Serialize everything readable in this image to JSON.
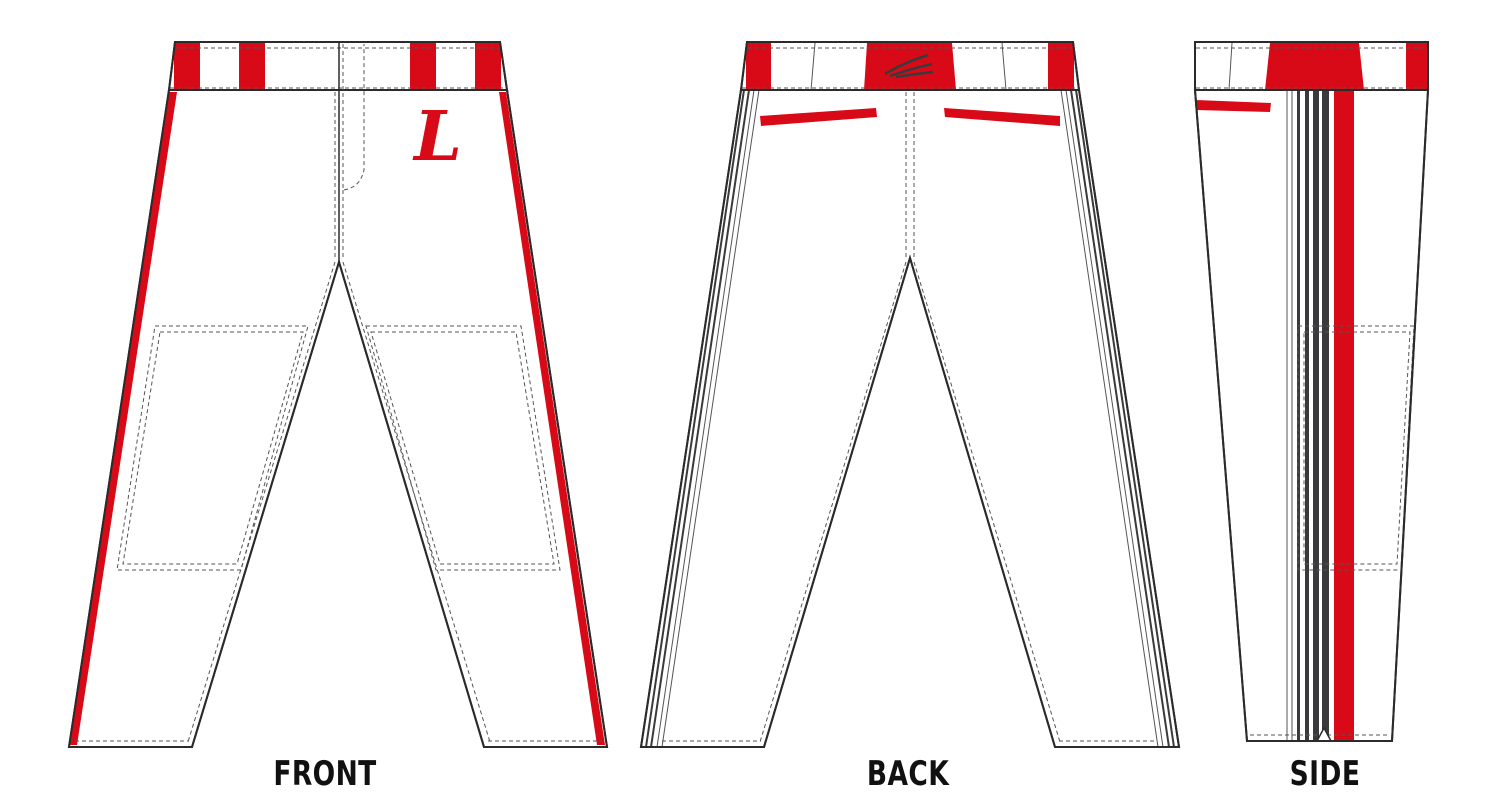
{
  "views": {
    "front": {
      "label": "FRONT"
    },
    "back": {
      "label": "BACK"
    },
    "side": {
      "label": "SIDE"
    }
  },
  "logo": {
    "letter": "L"
  },
  "colors": {
    "accent": "#d90a17",
    "outline": "#2b2b2b",
    "stripe_dark": "#3a3a3c",
    "fabric": "#ffffff",
    "stitch": "#555555"
  }
}
